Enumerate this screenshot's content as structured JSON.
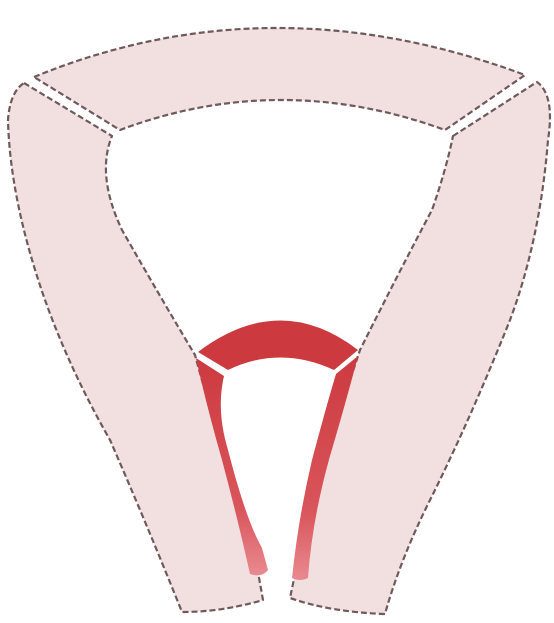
{
  "diagram": {
    "type": "anatomical-schematic",
    "outer_shape": {
      "segments": [
        "outer-top-band",
        "outer-left-wall",
        "outer-right-wall"
      ],
      "fill_color": "#f2dfe0",
      "outline_color": "#6e5a5c",
      "outline_style": "dashed"
    },
    "inner_shape": {
      "segments": [
        "inner-top-arch",
        "inner-left-limb",
        "inner-right-limb"
      ],
      "fill_color": "#cc3a3f",
      "fill_gradient_end": "#e67f86"
    },
    "labels": []
  }
}
